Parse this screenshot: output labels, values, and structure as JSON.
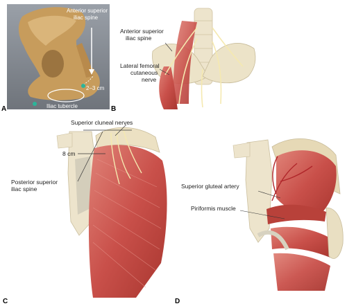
{
  "panels": {
    "a": {
      "letter": "A",
      "label_asis": "Anterior superior",
      "label_asis2": "iliac spine",
      "label_dist": "2–3 cm",
      "label_tubercle": "Iliac tubercle"
    },
    "b": {
      "letter": "B",
      "label_asis": "Anterior superior",
      "label_asis2": "iliac spine",
      "label_lfcn1": "Lateral femoral",
      "label_lfcn2": "cutaneous",
      "label_lfcn3": "nerve"
    },
    "c": {
      "letter": "C",
      "label_scn": "Superior cluneal nerves",
      "label_dist": "8 cm",
      "label_psis1": "Posterior superior",
      "label_psis2": "iliac spine"
    },
    "d": {
      "letter": "D",
      "label_sga": "Superior gluteal artery",
      "label_pir": "Piriformis muscle"
    }
  },
  "colors": {
    "muscle": "#c8504a",
    "bone": "#e9dfc2",
    "nerve": "#f3e7a8",
    "photo_bg": "#8a8f96",
    "photo_bone": "#c9a060"
  }
}
